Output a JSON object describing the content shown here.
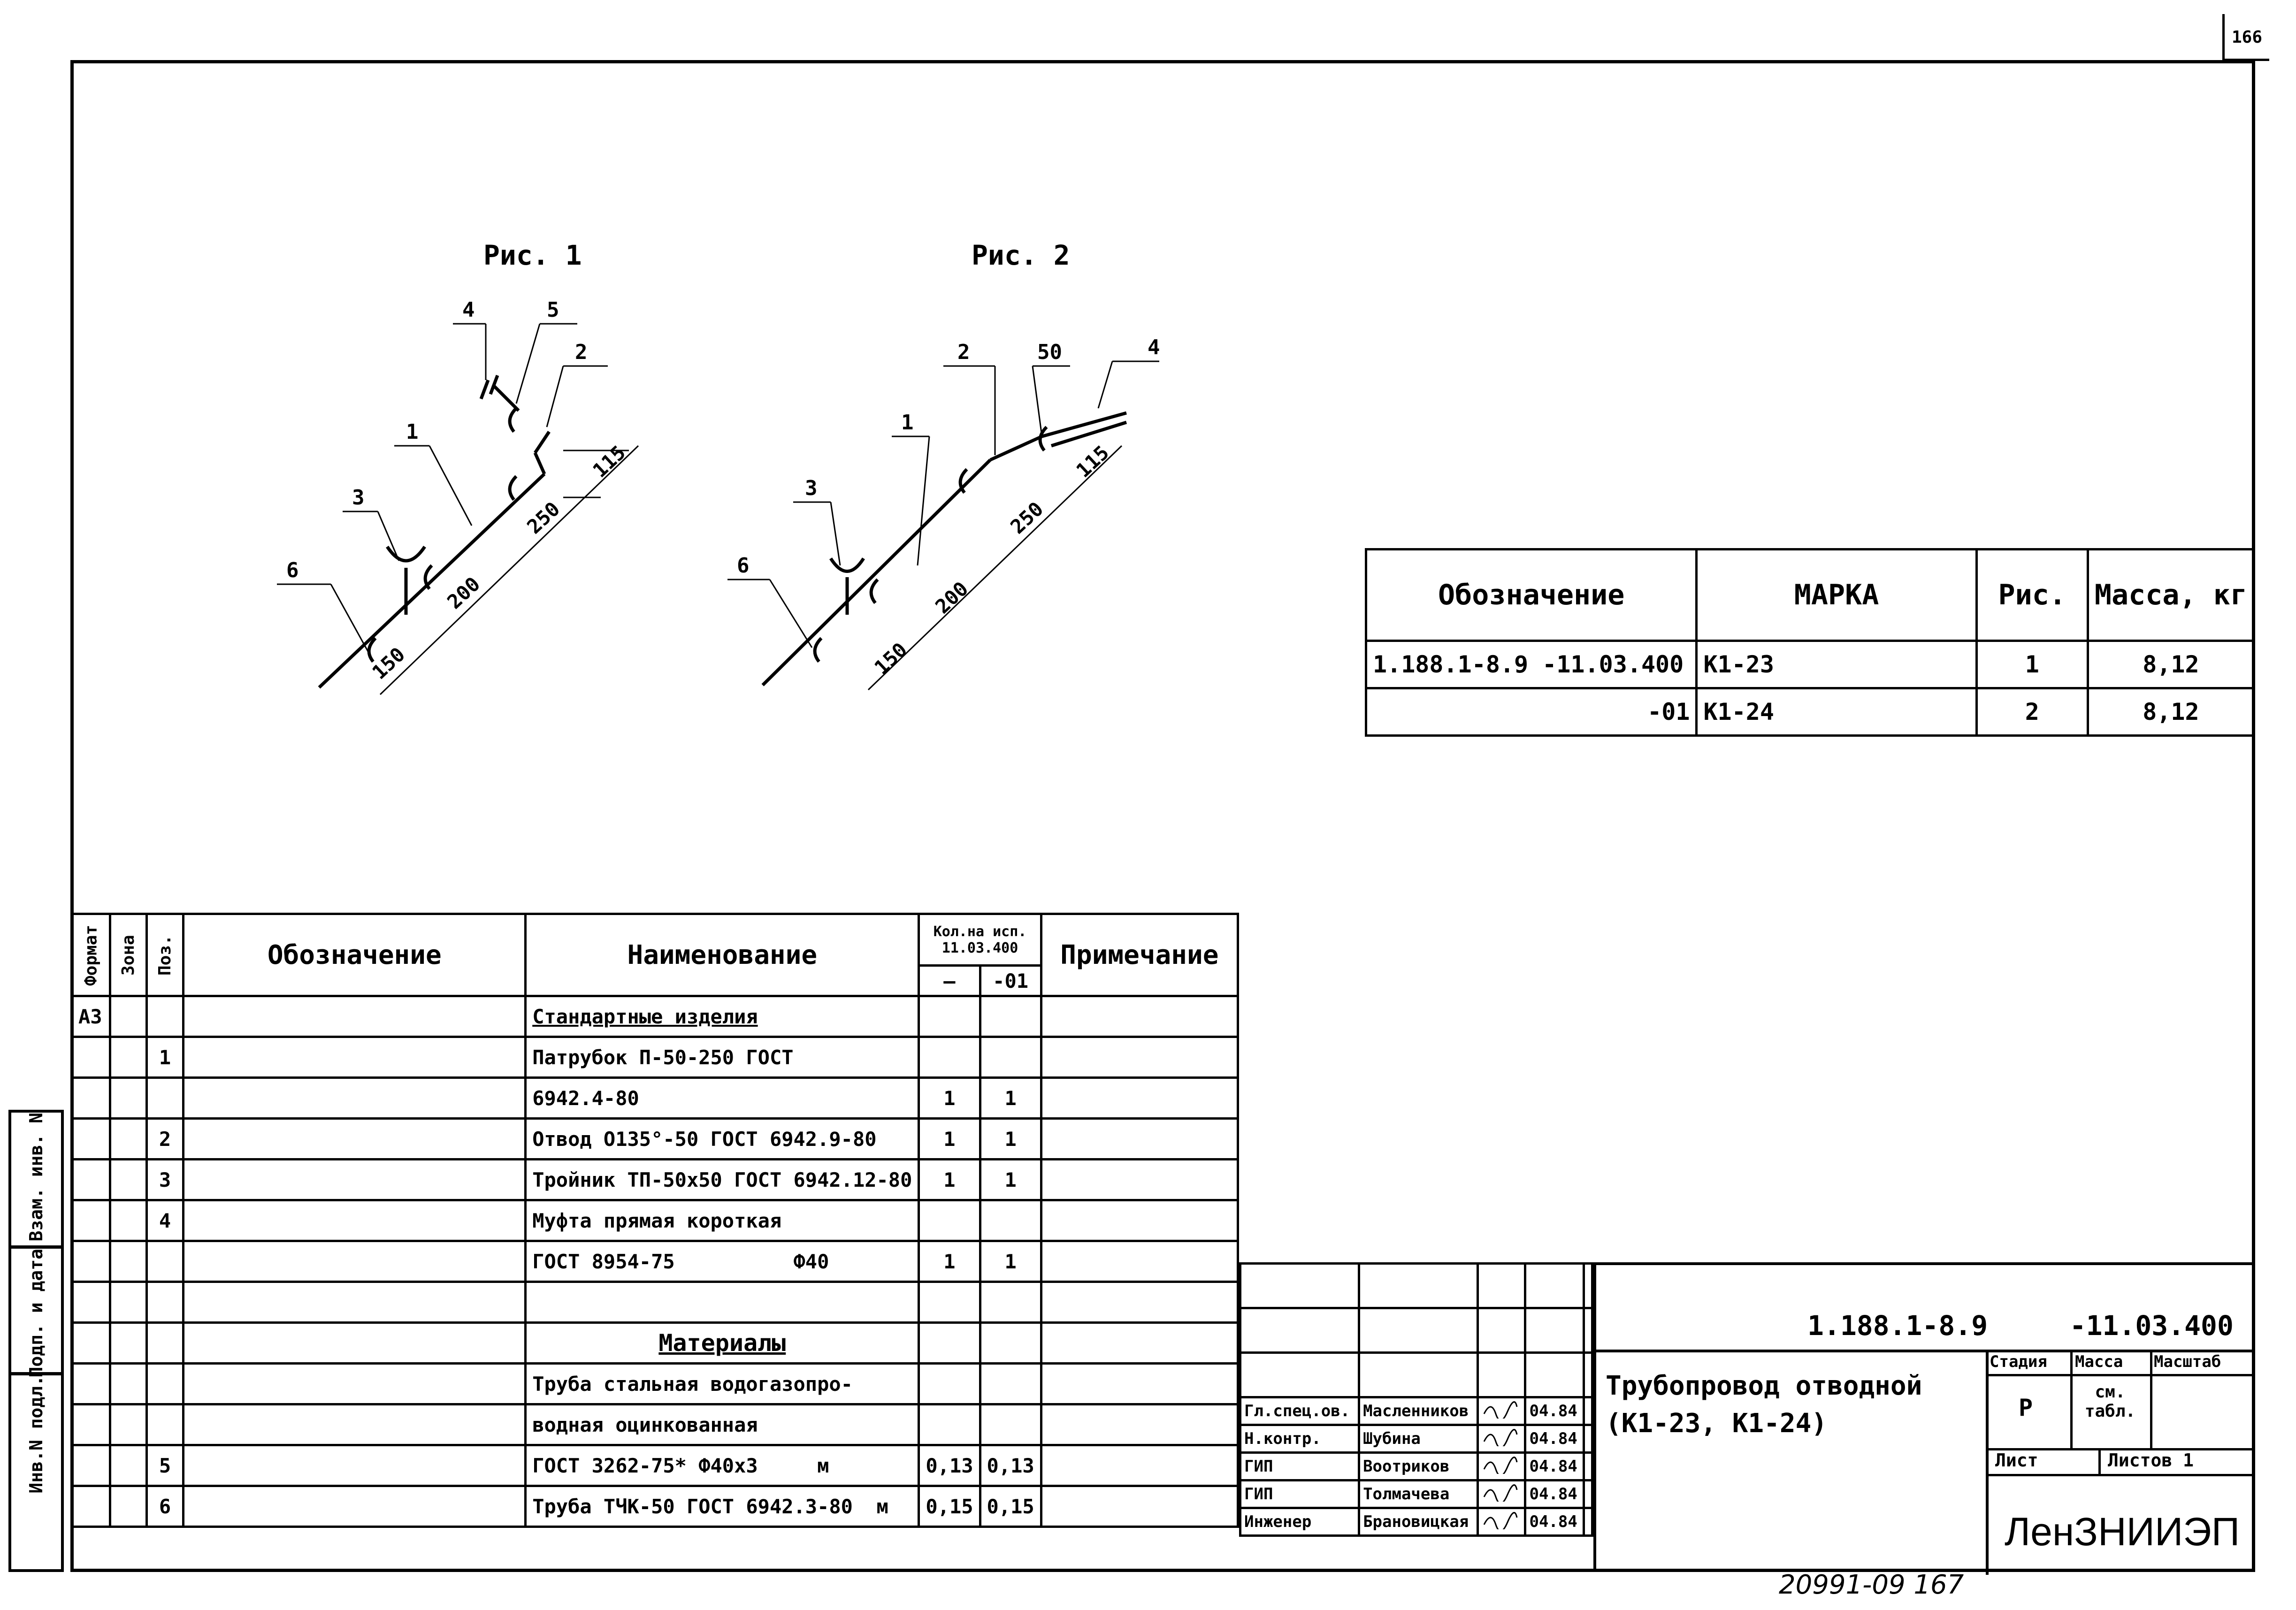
{
  "sheet_number": "166",
  "bottom_number": "20991-09 167",
  "figures": {
    "fig1": {
      "title": "Рис. 1",
      "dims": [
        "150",
        "200",
        "250",
        "115"
      ],
      "leaders": [
        "6",
        "3",
        "1",
        "4",
        "5",
        "2"
      ]
    },
    "fig2": {
      "title": "Рис. 2",
      "dims": [
        "150",
        "200",
        "250",
        "115"
      ],
      "leaders": [
        "6",
        "3",
        "1",
        "2",
        "50",
        "4"
      ]
    }
  },
  "mark_table": {
    "headers": [
      "Обозначение",
      "МАРКА",
      "Рис.",
      "Масса, кг"
    ],
    "rows": [
      [
        "1.188.1-8.9   -11.03.400",
        "К1-23",
        "1",
        "8,12"
      ],
      [
        "-01",
        "К1-24",
        "2",
        "8,12"
      ]
    ]
  },
  "spec_table": {
    "headers": {
      "format": "Формат",
      "zone": "Зона",
      "pos": "Поз.",
      "designation": "Обозначение",
      "name": "Наименование",
      "qty": "Кол.на исп. 11.03.400",
      "qty_a": "—",
      "qty_b": "-01",
      "note": "Примечание"
    },
    "rows": [
      {
        "format": "А3",
        "pos": "",
        "name": "Стандартные изделия",
        "qa": "",
        "qb": "",
        "u": true
      },
      {
        "format": "",
        "pos": "1",
        "name": "Патрубок П-50-250 ГОСТ",
        "qa": "",
        "qb": ""
      },
      {
        "format": "",
        "pos": "",
        "name": "6942.4-80",
        "qa": "1",
        "qb": "1"
      },
      {
        "format": "",
        "pos": "2",
        "name": "Отвод О135°-50 ГОСТ 6942.9-80",
        "qa": "1",
        "qb": "1"
      },
      {
        "format": "",
        "pos": "3",
        "name": "Тройник ТП-50х50 ГОСТ 6942.12-80",
        "qa": "1",
        "qb": "1"
      },
      {
        "format": "",
        "pos": "4",
        "name": "Муфта прямая короткая",
        "qa": "",
        "qb": ""
      },
      {
        "format": "",
        "pos": "",
        "name": "ГОСТ 8954-75          Ф40",
        "qa": "1",
        "qb": "1"
      },
      {
        "format": "",
        "pos": "",
        "name": "",
        "qa": "",
        "qb": ""
      },
      {
        "format": "",
        "pos": "",
        "name": "Материалы",
        "qa": "",
        "qb": "",
        "u": true,
        "c": true
      },
      {
        "format": "",
        "pos": "",
        "name": "Труба стальная водогазопро-",
        "qa": "",
        "qb": ""
      },
      {
        "format": "",
        "pos": "",
        "name": "водная оцинкованная",
        "qa": "",
        "qb": ""
      },
      {
        "format": "",
        "pos": "5",
        "name": "ГОСТ 3262-75* Ф40х3     м",
        "qa": "0,13",
        "qb": "0,13"
      },
      {
        "format": "",
        "pos": "6",
        "name": "Труба ТЧК-50 ГОСТ 6942.3-80  м",
        "qa": "0,15",
        "qb": "0,15"
      }
    ]
  },
  "left_strip": [
    "Инв.N подл.",
    "Подп. и дата",
    "Взам. инв. N"
  ],
  "title_block": {
    "doc_code": "1.188.1-8.9     -11.03.400",
    "title_line1": "Трубопровод отводной",
    "title_line2": "(К1-23, К1-24)",
    "stage_h": "Стадия",
    "mass_h": "Масса",
    "scale_h": "Масштаб",
    "stage": "Р",
    "mass": "см. табл.",
    "sheet_h": "Лист",
    "sheets_h": "Листов 1",
    "org": "ЛенЗНИИЭП",
    "signers": [
      {
        "role": "Гл.спец.ов.",
        "name": "Масленников",
        "date": "04.84"
      },
      {
        "role": "Н.контр.",
        "name": "Шубина",
        "date": "04.84"
      },
      {
        "role": "ГИП",
        "name": "Воотриков",
        "date": "04.84"
      },
      {
        "role": "ГИП",
        "name": "Толмачева",
        "date": "04.84"
      },
      {
        "role": "Инженер",
        "name": "Брановицкая",
        "date": "04.84"
      }
    ]
  }
}
